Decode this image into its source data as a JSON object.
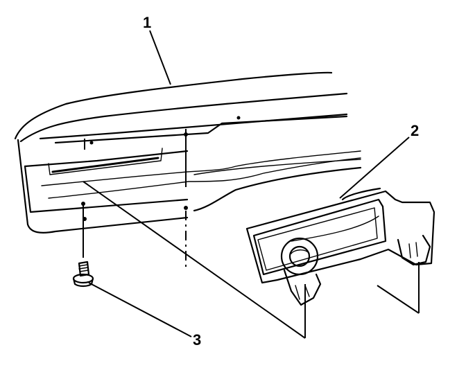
{
  "callouts": [
    {
      "id": "1"
    },
    {
      "id": "2"
    },
    {
      "id": "3"
    }
  ]
}
